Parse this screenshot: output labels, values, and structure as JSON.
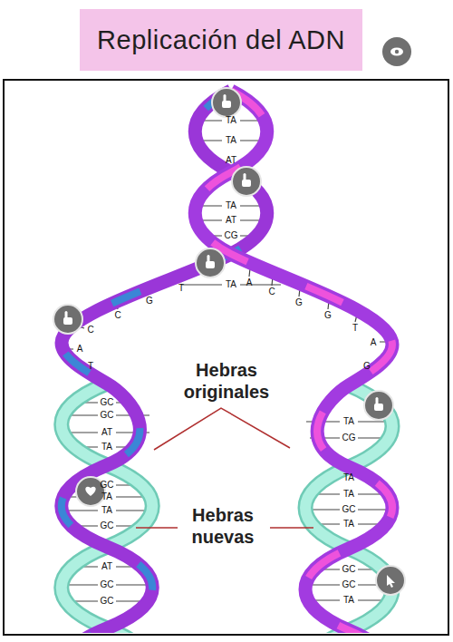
{
  "diagram": {
    "title": "Replicación del ADN",
    "labels": [
      "Hebras originales",
      "Hebras nuevas",
      "TA",
      "TA",
      "AT",
      "TA",
      "AT",
      "CG",
      "TA",
      "T",
      "G",
      "C",
      "C",
      "A",
      "T",
      "A",
      "C",
      "G",
      "G",
      "T",
      "A",
      "G",
      "GC",
      "GC",
      "AT",
      "TA",
      "GC",
      "TA",
      "TA",
      "GC",
      "AT",
      "GC",
      "GC",
      "TA",
      "CG",
      "TA",
      "TA",
      "GC",
      "TA",
      "GC",
      "GC",
      "TA"
    ]
  }
}
